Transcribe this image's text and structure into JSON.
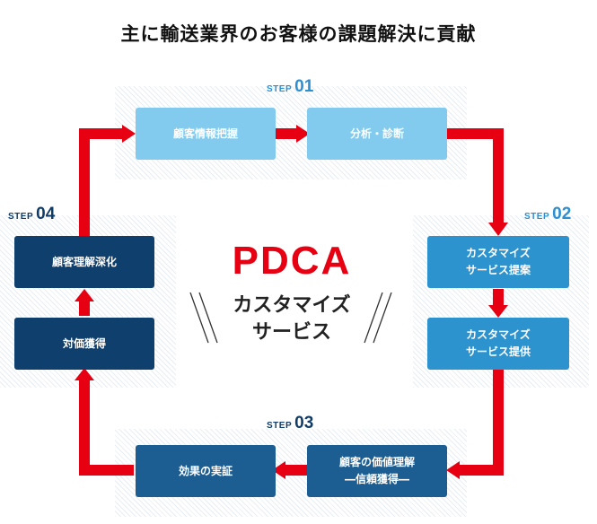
{
  "title": "主に輸送業界のお客様の課題解決に貢献",
  "center": {
    "pdca": "PDCA",
    "line1": "カスタマイズ",
    "line2": "サービス"
  },
  "steps": [
    {
      "label": "STEP",
      "number": "01"
    },
    {
      "label": "STEP",
      "number": "02"
    },
    {
      "label": "STEP",
      "number": "03"
    },
    {
      "label": "STEP",
      "number": "04"
    }
  ],
  "boxes": {
    "customer_info": "顧客情報把握",
    "analysis": "分析・診断",
    "custom_proposal": "カスタマイズ\nサービス提案",
    "custom_provision": "カスタマイズ\nサービス提供",
    "value_understanding": "顧客の価値理解\n―信頼獲得―",
    "effect_verification": "効果の実証",
    "compensation": "対価獲得",
    "deep_understanding": "顧客理解深化"
  },
  "colors": {
    "arrow": "#e60012",
    "step1": "#82cbef",
    "step2": "#2c93cf",
    "step3": "#1c5e92",
    "step4": "#0f3f6c"
  }
}
